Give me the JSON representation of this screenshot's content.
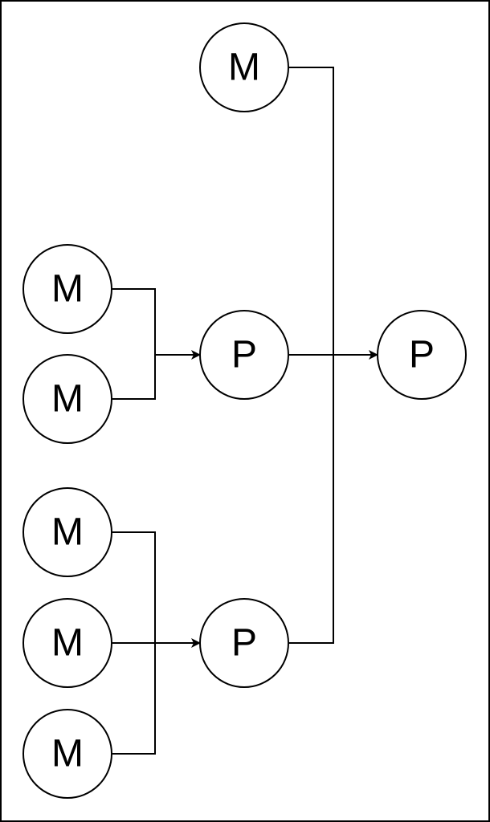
{
  "diagram": {
    "nodes": {
      "m_top": {
        "label": "M"
      },
      "m_mid_1": {
        "label": "M"
      },
      "m_mid_2": {
        "label": "M"
      },
      "m_bot_1": {
        "label": "M"
      },
      "m_bot_2": {
        "label": "M"
      },
      "m_bot_3": {
        "label": "M"
      },
      "p_mid": {
        "label": "P"
      },
      "p_bot": {
        "label": "P"
      },
      "p_final": {
        "label": "P"
      }
    },
    "edges": [
      {
        "from": "m_mid_1",
        "to": "p_mid"
      },
      {
        "from": "m_mid_2",
        "to": "p_mid"
      },
      {
        "from": "m_bot_1",
        "to": "p_bot"
      },
      {
        "from": "m_bot_2",
        "to": "p_bot"
      },
      {
        "from": "m_bot_3",
        "to": "p_bot"
      },
      {
        "from": "m_top",
        "to": "p_final"
      },
      {
        "from": "p_mid",
        "to": "p_final"
      },
      {
        "from": "p_bot",
        "to": "p_final"
      }
    ]
  },
  "colors": {
    "stroke": "#000000",
    "fill": "#ffffff"
  }
}
